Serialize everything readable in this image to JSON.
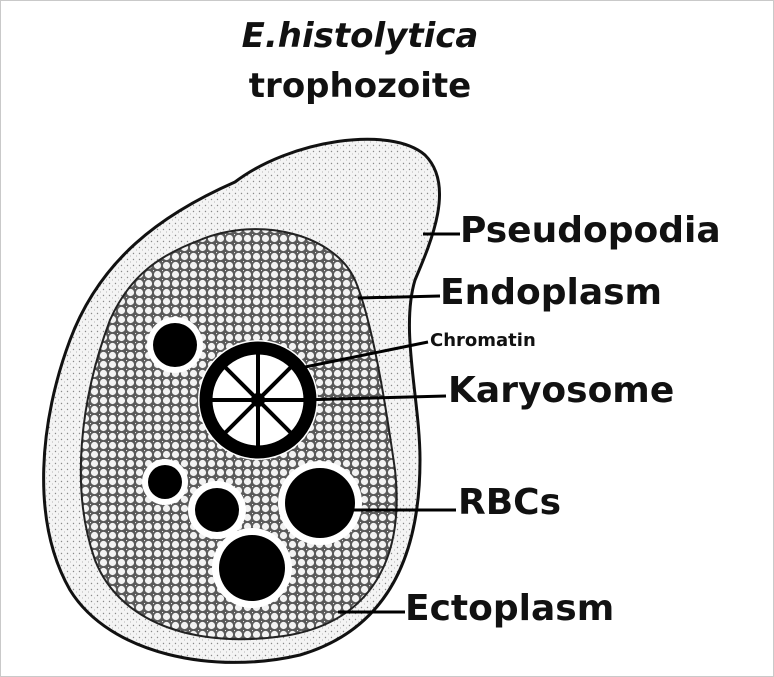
{
  "title": {
    "line1": "E.histolytica",
    "line2": "trophozoite"
  },
  "labels": {
    "pseudopodia": "Pseudopodia",
    "endoplasm": "Endoplasm",
    "chromatin": "Chromatin",
    "karyosome": "Karyosome",
    "rbcs": "RBCs",
    "ectoplasm": "Ectoplasm"
  },
  "colors": {
    "ink": "#111111",
    "ectoplasm_fill": "#ededed",
    "endoplasm_fill": "#d8d8d8",
    "background": "#ffffff"
  }
}
